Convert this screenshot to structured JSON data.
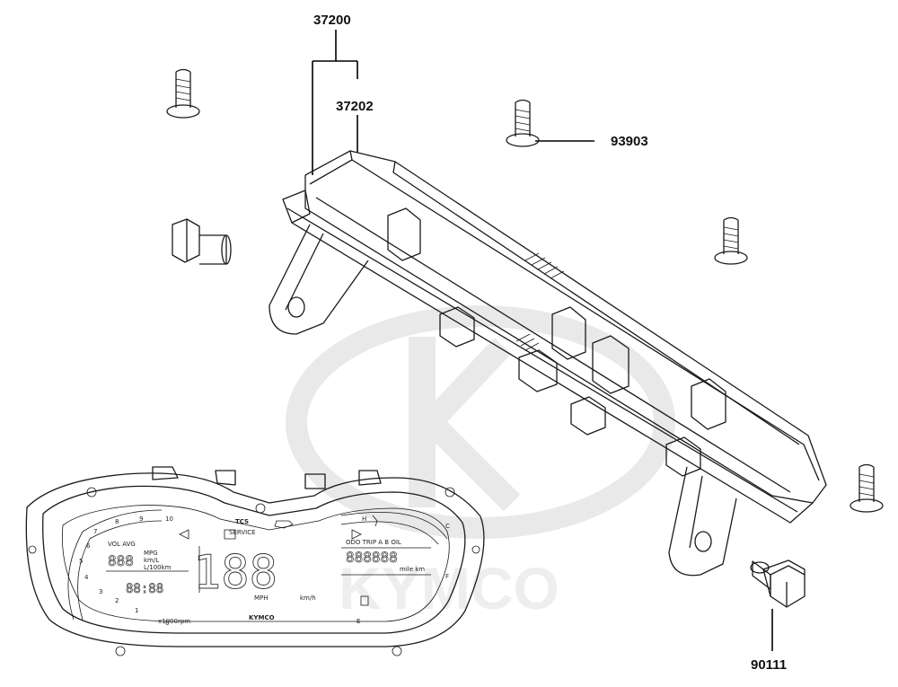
{
  "parts": [
    {
      "id": "p37200",
      "number": "37200"
    },
    {
      "id": "p37202",
      "number": "37202"
    },
    {
      "id": "p93903",
      "number": "93903"
    },
    {
      "id": "p90111",
      "number": "90111"
    }
  ],
  "watermark": {
    "brand": "KYMCO"
  },
  "dial": {
    "ticks": [
      "0",
      "1",
      "2",
      "3",
      "4",
      "5",
      "6",
      "7",
      "8",
      "9",
      "10"
    ],
    "tcs": "TCS",
    "service": "SERVICE",
    "big_digits": "188",
    "clock": "88:88",
    "odo": "888888",
    "mpg": "MPG",
    "kml": "km/L",
    "l100": "L/100km",
    "mph": "MPH",
    "kmh": "km/h",
    "rpm": "x1000rpm",
    "brand": "KYMCO",
    "odo_labels": "ODO TRIP A B OIL",
    "odo_units": "mile km",
    "hot": "H",
    "cold": "C",
    "full": "F",
    "empty": "E",
    "vol_avg": "VOL AVG"
  },
  "colors": {
    "line": "#1a1a1a",
    "watermark": "#e9e9e9"
  }
}
